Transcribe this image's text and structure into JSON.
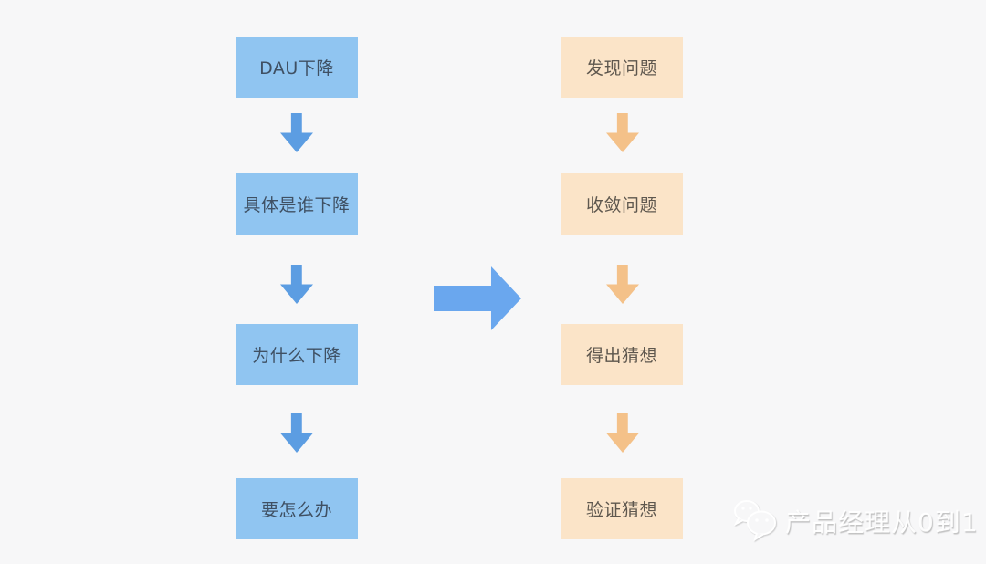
{
  "background_color": "#f7f7f8",
  "flowchart": {
    "left_column": {
      "steps": [
        "DAU下降",
        "具体是谁下降",
        "为什么下降",
        "要怎么办"
      ],
      "box_color": "#90c5f1",
      "text_color": "#3f5063",
      "arrow_color": "#5c9de2"
    },
    "right_column": {
      "steps": [
        "发现问题",
        "收敛问题",
        "得出猜想",
        "验证猜想"
      ],
      "box_color": "#fbe4c8",
      "text_color": "#5e574e",
      "arrow_color": "#f4c189"
    },
    "center_arrow": {
      "direction": "right",
      "color": "#6aa7ee"
    }
  },
  "watermark": {
    "icon": "wechat-icon",
    "text": "产品经理从0到1",
    "color": "#ffffff"
  }
}
